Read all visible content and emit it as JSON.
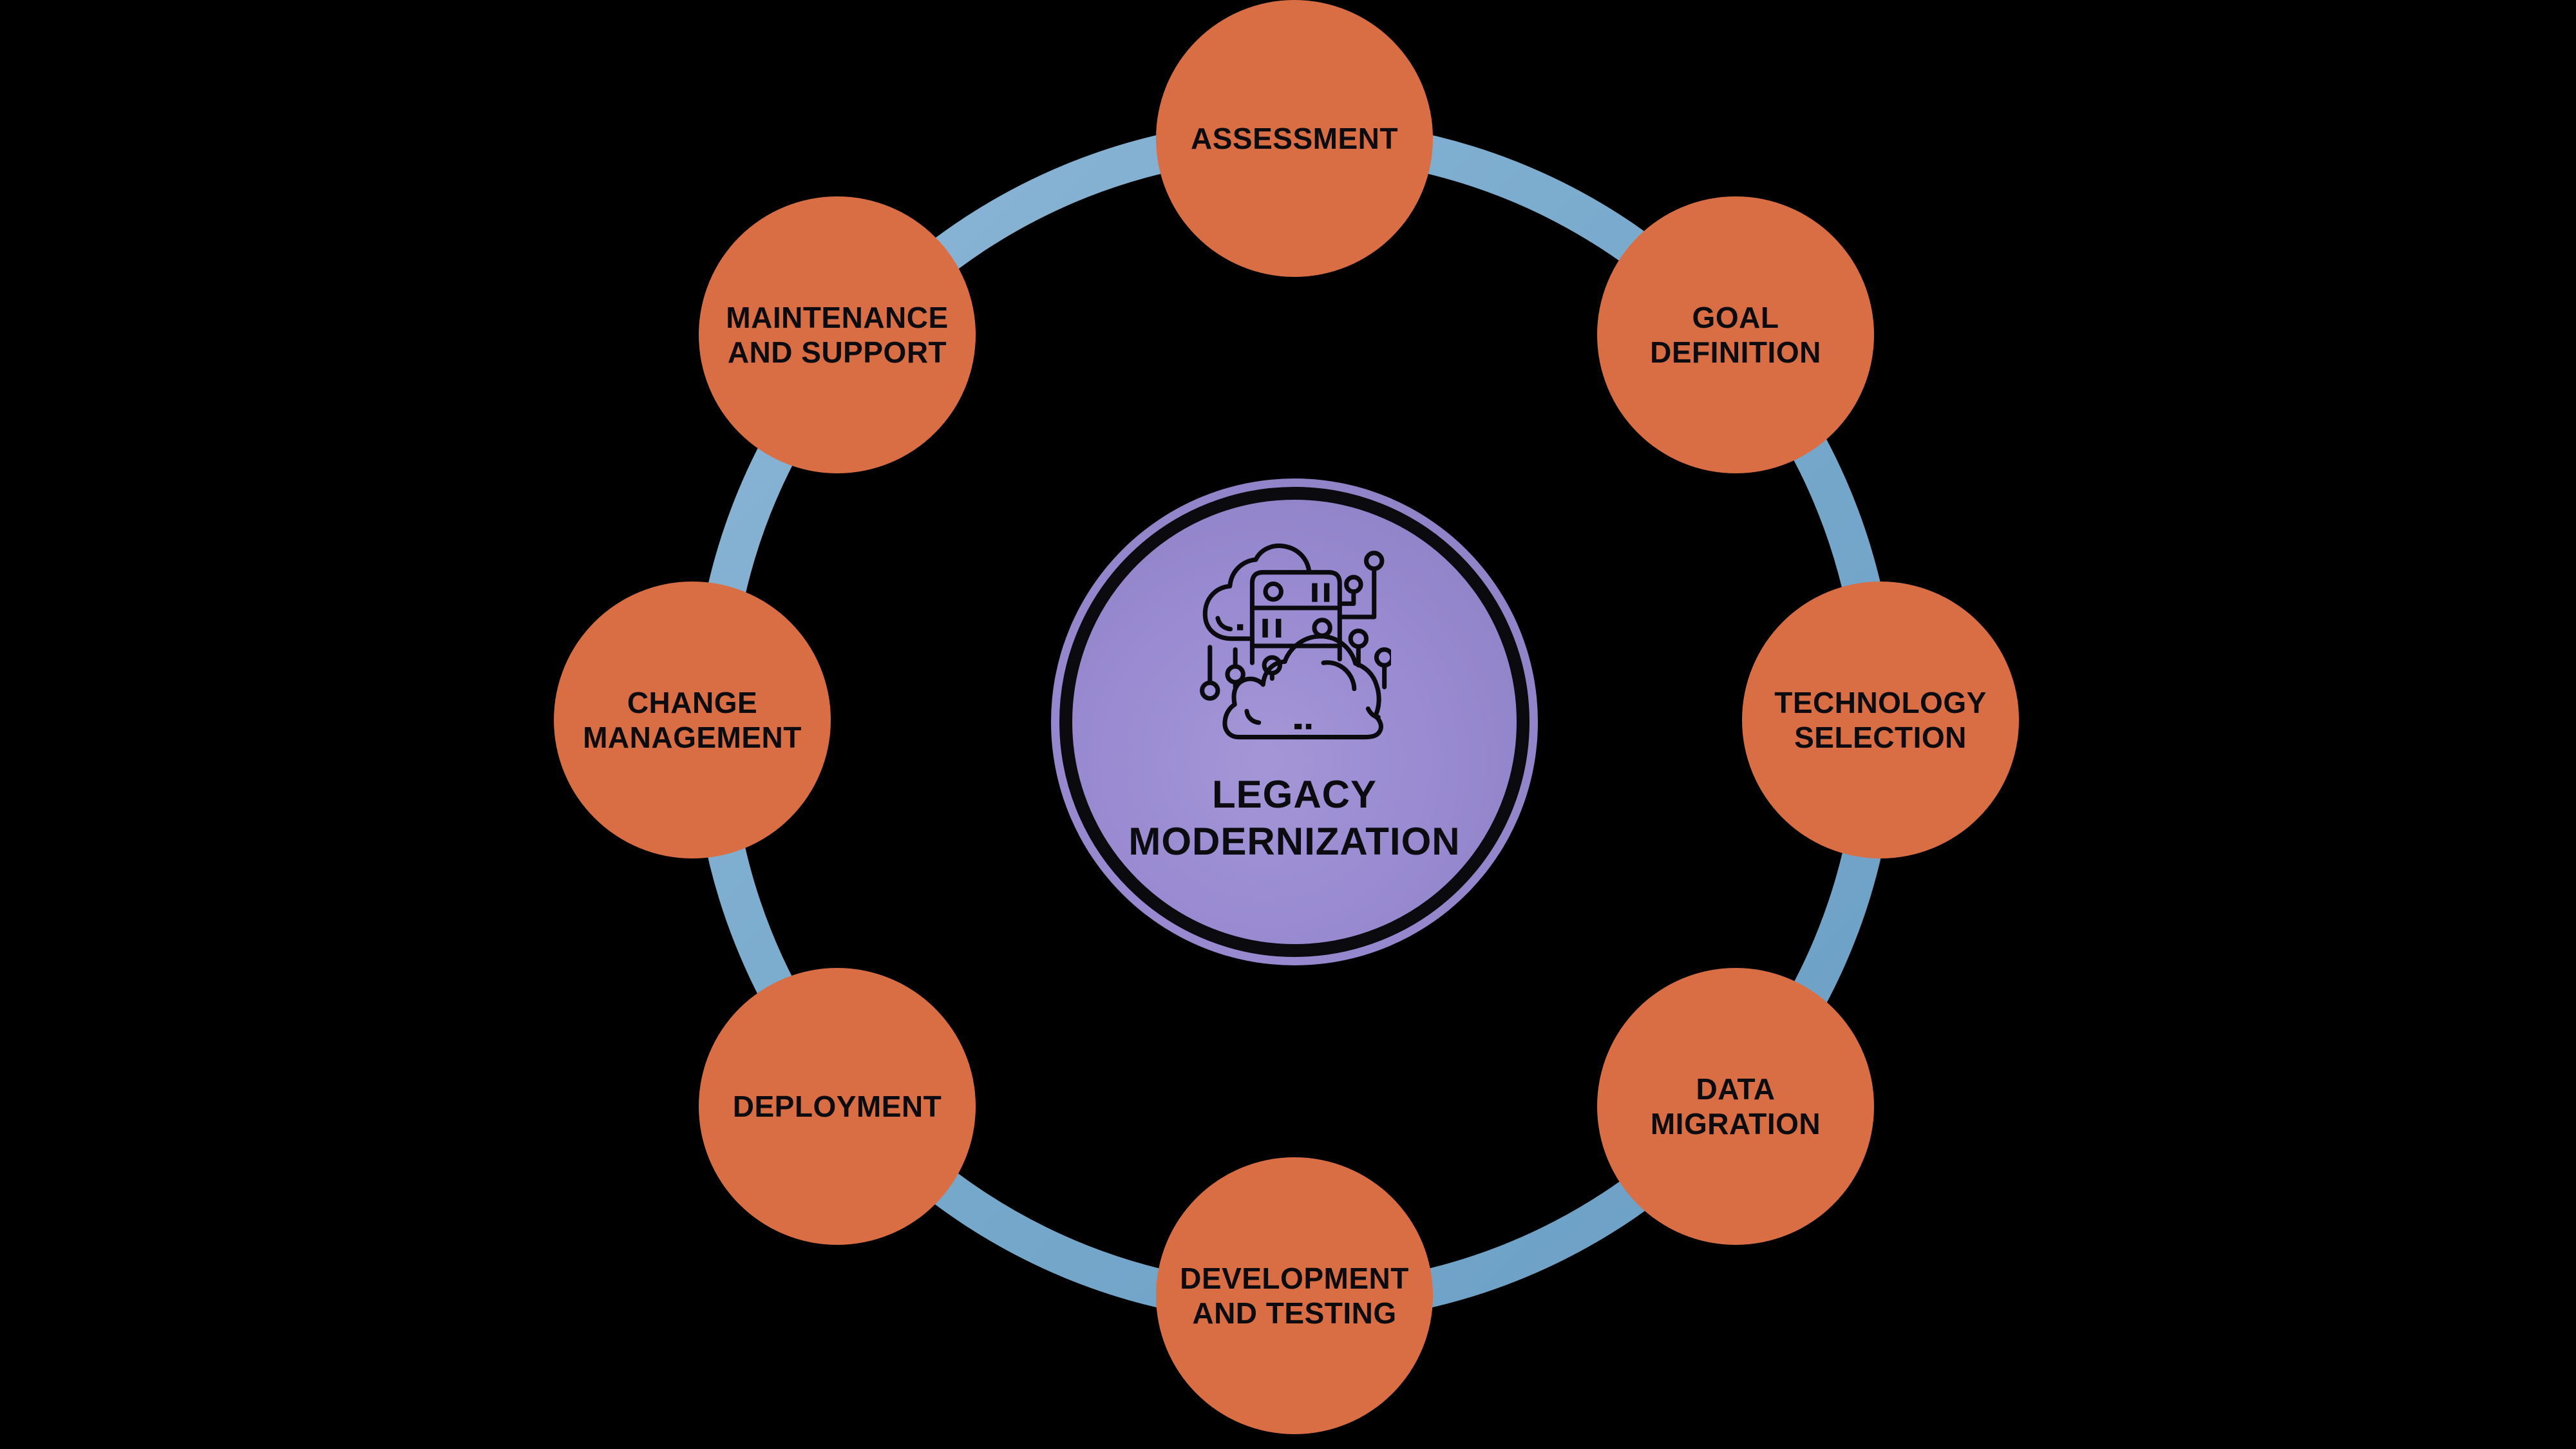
{
  "background_color": "#000000",
  "palette": {
    "node_orange": "#D96E45",
    "ring_blue_light": "#8CB6D6",
    "ring_blue_dark": "#6B9FC4",
    "center_purple_light": "#A496D6",
    "center_purple": "#9183C8",
    "center_purple_dark": "#8B7CC4",
    "outline_black": "#0A0A0F",
    "label_text": "#0B0B10"
  },
  "center": {
    "icon": "cloud-server-circuit-icon",
    "label_lines": [
      "LEGACY",
      "MODERNIZATION"
    ]
  },
  "nodes": [
    {
      "id": "assessment",
      "label_lines": [
        "ASSESSMENT"
      ]
    },
    {
      "id": "goal-definition",
      "label_lines": [
        "GOAL",
        "DEFINITION"
      ]
    },
    {
      "id": "technology-selection",
      "label_lines": [
        "TECHNOLOGY",
        "SELECTION"
      ]
    },
    {
      "id": "data-migration",
      "label_lines": [
        "DATA",
        "MIGRATION"
      ]
    },
    {
      "id": "development-and-testing",
      "label_lines": [
        "DEVELOPMENT",
        "AND TESTING"
      ]
    },
    {
      "id": "deployment",
      "label_lines": [
        "DEPLOYMENT"
      ]
    },
    {
      "id": "change-management",
      "label_lines": [
        "CHANGE",
        "MANAGEMENT"
      ]
    },
    {
      "id": "maintenance-and-support",
      "label_lines": [
        "MAINTENANCE",
        "AND SUPPORT"
      ]
    }
  ]
}
